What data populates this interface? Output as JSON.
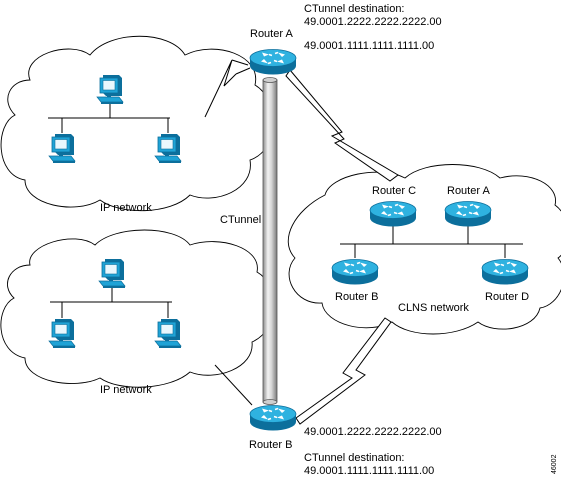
{
  "colors": {
    "device": "#1fa3d6",
    "device_dark": "#0c6f9c",
    "device_light": "#6fd0f0",
    "tunnel_light": "#e8e8e8",
    "tunnel_mid": "#bdbdbd",
    "tunnel_dark": "#8a8a8a"
  },
  "routers": {
    "router_a_top": "Router A",
    "router_b_bottom": "Router B",
    "clns_router_c": "Router C",
    "clns_router_a": "Router A",
    "clns_router_b": "Router B",
    "clns_router_d": "Router D"
  },
  "clouds": {
    "ip_top": "IP network",
    "ip_bottom": "IP network",
    "clns": "CLNS network"
  },
  "tunnel": {
    "label": "CTunnel"
  },
  "top_labels": {
    "dest_title": "CTunnel destination:",
    "dest_addr": "49.0001.2222.2222.2222.00",
    "router_addr": "49.0001.1111.1111.1111.00"
  },
  "bottom_labels": {
    "router_addr": "49.0001.2222.2222.2222.00",
    "dest_title": "CTunnel destination:",
    "dest_addr": "49.0001.1111.1111.1111.00"
  },
  "figure_id": "46002",
  "icons": [
    "workstation-icon",
    "router-icon"
  ]
}
